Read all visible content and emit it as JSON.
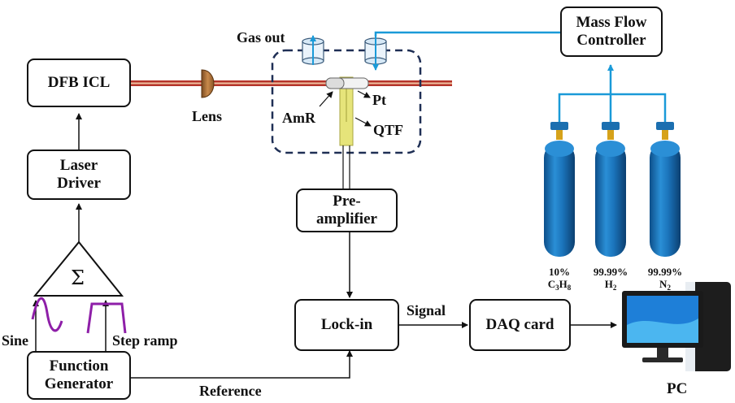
{
  "blocks": {
    "dfb": "DFB ICL",
    "laser_driver": [
      "Laser",
      "Driver"
    ],
    "function_generator": [
      "Function",
      "Generator"
    ],
    "preamp": [
      "Pre-",
      "amplifier"
    ],
    "lockin": "Lock-in",
    "daq": "DAQ card",
    "mfc": [
      "Mass Flow",
      "Controller"
    ]
  },
  "labels": {
    "lens": "Lens",
    "gas_out": "Gas out",
    "amr": "AmR",
    "pt": "Pt",
    "qtf": "QTF",
    "sine": "Sine",
    "step_ramp": "Step ramp",
    "signal": "Signal",
    "reference": "Reference",
    "pc": "PC",
    "sigma": "Σ"
  },
  "cylinders": [
    {
      "pct": "10%",
      "gas_main": "C",
      "gas_sub1": "3",
      "gas_mid": "H",
      "gas_sub2": "8"
    },
    {
      "pct": "99.99%",
      "gas_main": "H",
      "gas_sub1": "2",
      "gas_mid": "",
      "gas_sub2": ""
    },
    {
      "pct": "99.99%",
      "gas_main": "N",
      "gas_sub1": "2",
      "gas_mid": "",
      "gas_sub2": ""
    }
  ],
  "colors": {
    "line": "#111111",
    "gas_line": "#1a9ad8",
    "cylinder": "#1673b8",
    "laser": "#b5342a",
    "qtf": "#e6e47a",
    "waveform": "#8e1fa8",
    "chamber": "#1f2f55"
  }
}
